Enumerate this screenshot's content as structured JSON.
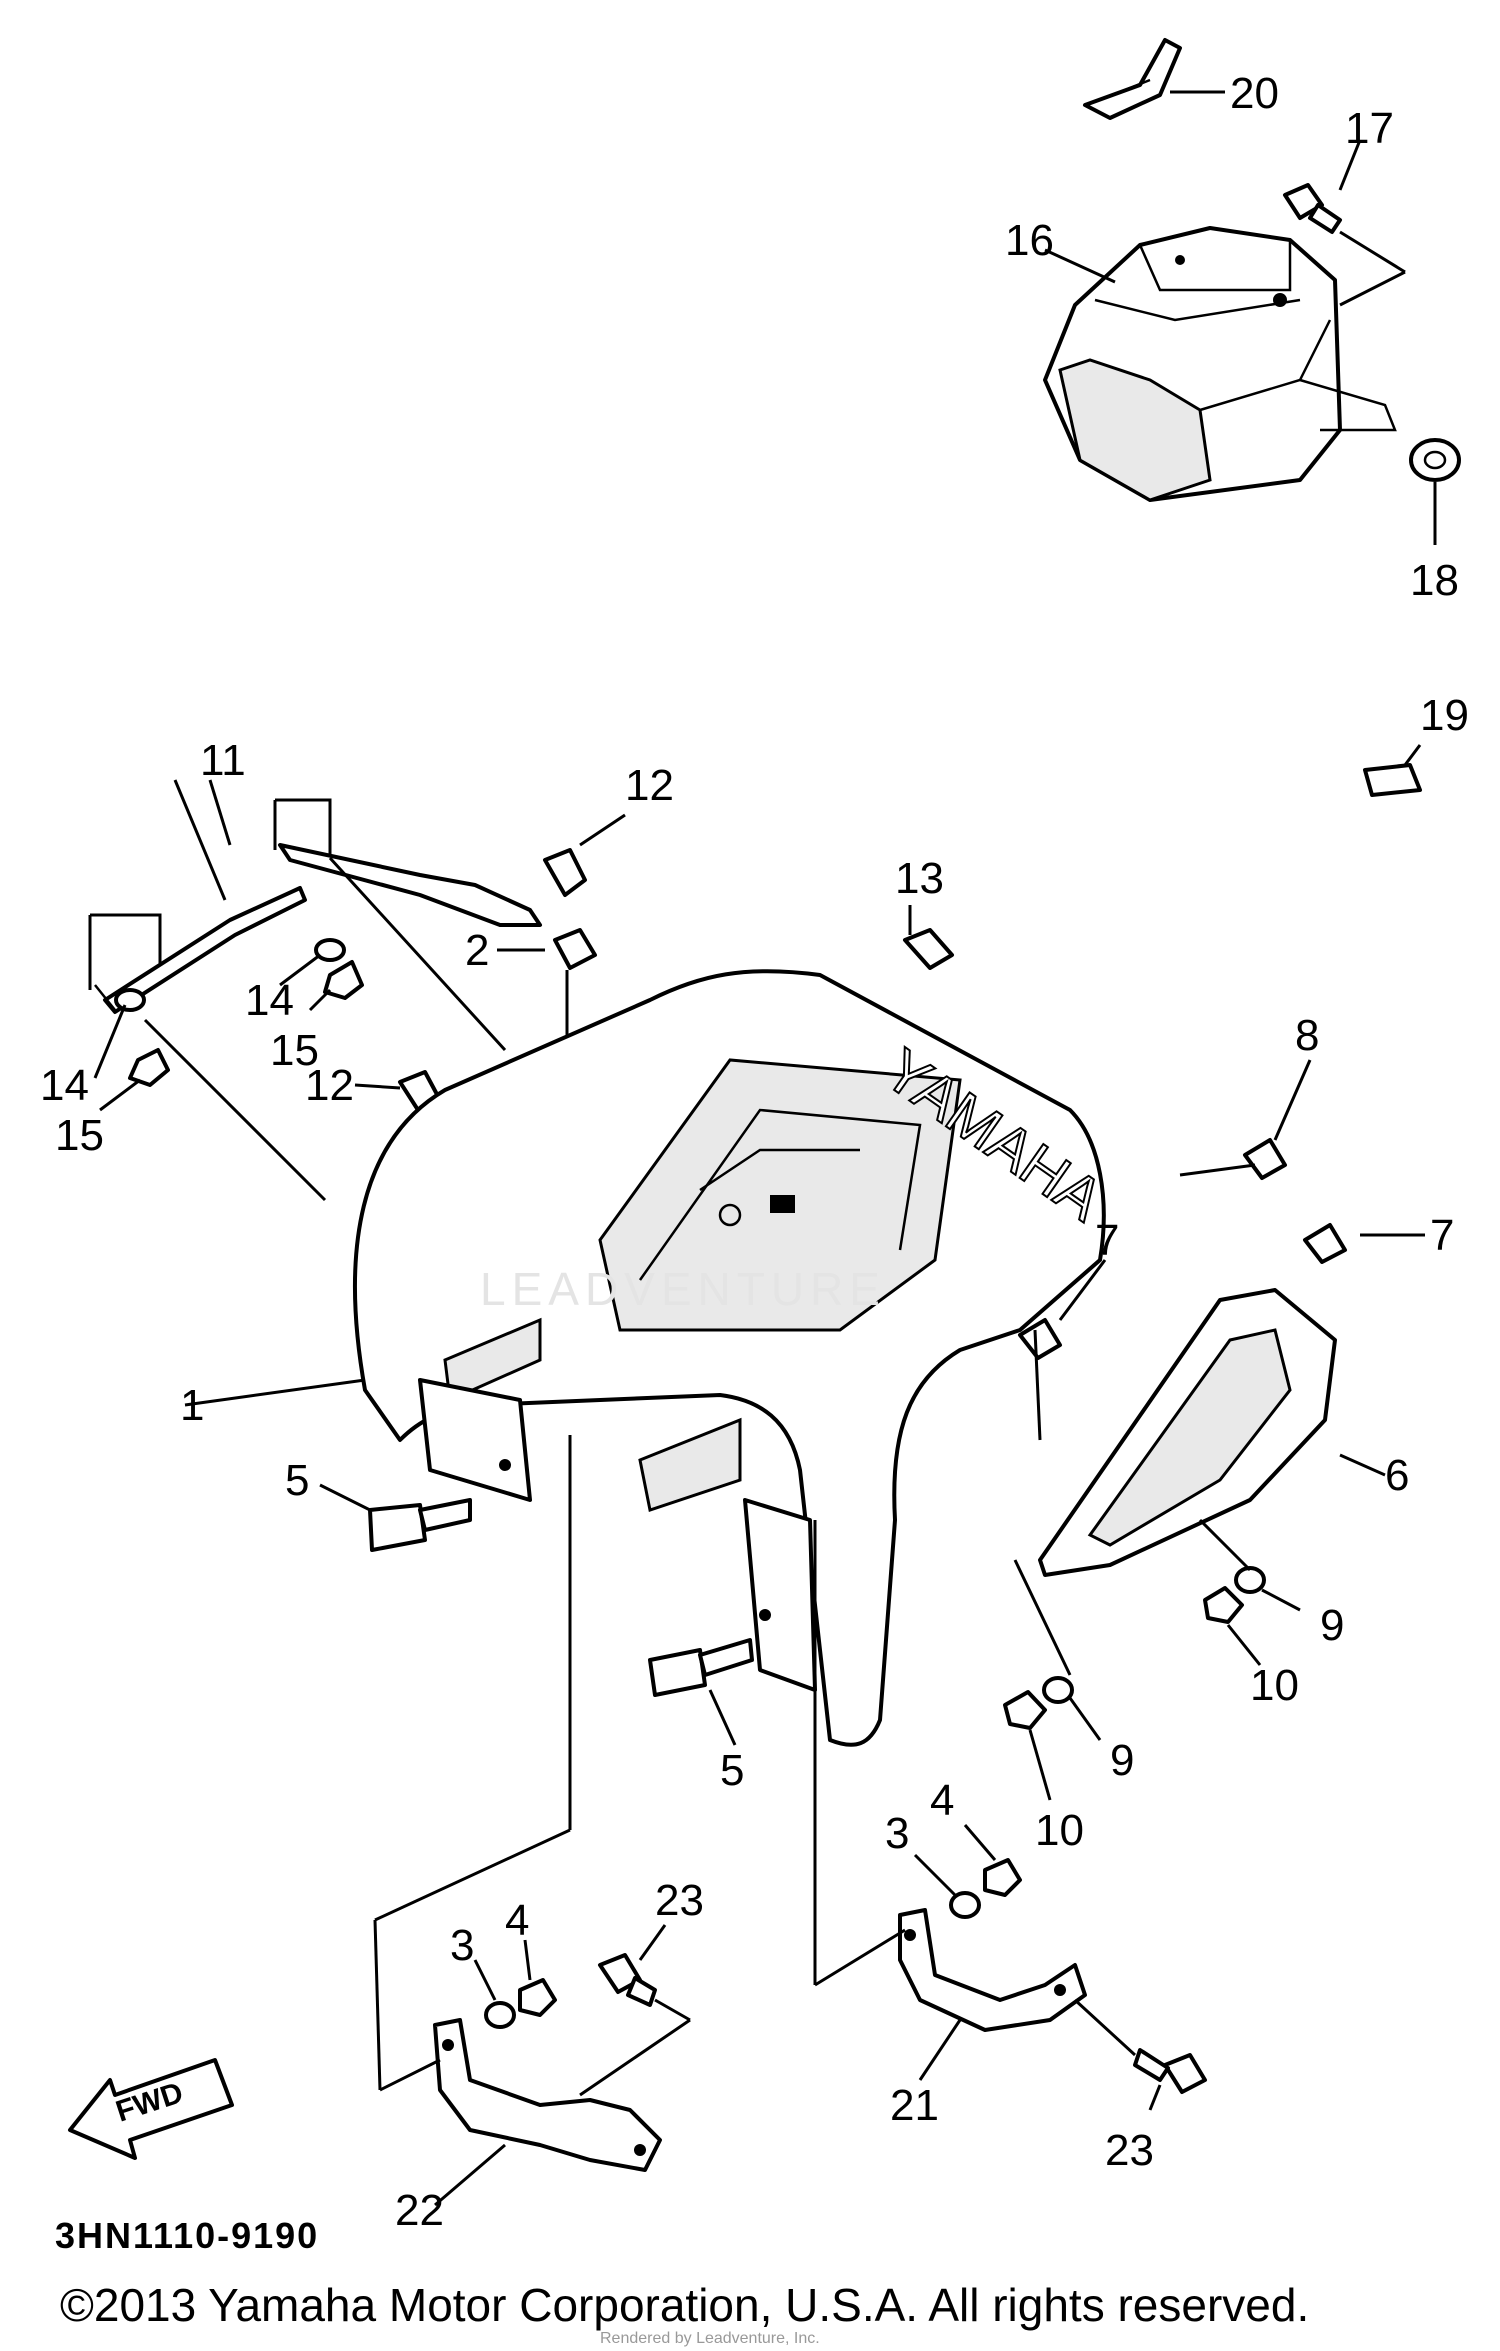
{
  "diagram": {
    "code": "3HN1110-9190",
    "copyright": "©2013 Yamaha Motor Corporation, U.S.A. All rights reserved.",
    "faint_credit": "Rendered by Leadventure, Inc.",
    "watermark": "LEADVENTURE",
    "fender_logo": "YAMAHA",
    "fwd_label": "FWD"
  },
  "callouts": {
    "p1": "1",
    "p2": "2",
    "p3a": "3",
    "p3b": "3",
    "p4a": "4",
    "p4b": "4",
    "p5a": "5",
    "p5b": "5",
    "p6": "6",
    "p7a": "7",
    "p7b": "7",
    "p8": "8",
    "p9a": "9",
    "p9b": "9",
    "p10a": "10",
    "p10b": "10",
    "p11": "11",
    "p12a": "12",
    "p12b": "12",
    "p13": "13",
    "p14a": "14",
    "p14b": "14",
    "p15a": "15",
    "p15b": "15",
    "p16": "16",
    "p17": "17",
    "p18": "18",
    "p19": "19",
    "p20": "20",
    "p21": "21",
    "p22": "22",
    "p23a": "23",
    "p23b": "23"
  }
}
